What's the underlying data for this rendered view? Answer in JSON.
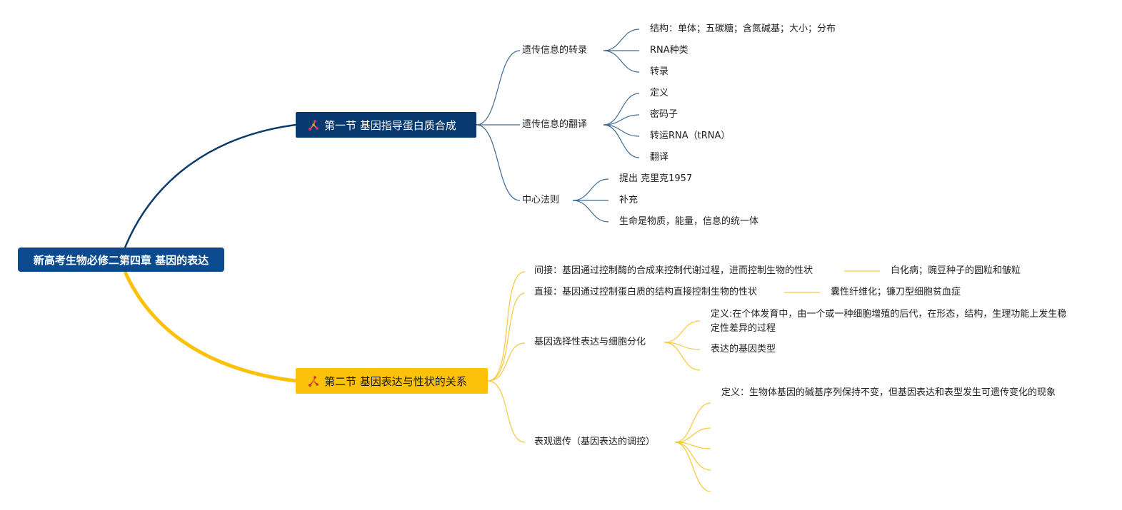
{
  "root": {
    "label": "新高考生物必修二第四章 基因的表达"
  },
  "colors": {
    "section1": "#083a70",
    "section2": "#fcc109",
    "root": "#0b4a8e",
    "section1_line": "#0b3a6a",
    "section2_line": "#fcc109",
    "section1_branch": "#3f6990",
    "section2_branch": "#f8c93a"
  },
  "section1": {
    "icon": "mindmap-icon",
    "label": "第一节 基因指导蛋白质合成",
    "topics": [
      {
        "label": "遗传信息的转录",
        "items": [
          "结构：单体；五碳糖；含氮碱基；大小；分布",
          "RNA种类",
          "转录"
        ]
      },
      {
        "label": "遗传信息的翻译",
        "items": [
          "定义",
          "密码子",
          "转运RNA（tRNA）",
          "翻译"
        ]
      },
      {
        "label": "中心法则",
        "items": [
          "提出 克里克1957",
          "补充",
          "生命是物质，能量，信息的统一体"
        ]
      }
    ]
  },
  "section2": {
    "icon": "mindmap-icon",
    "label": "第二节 基因表达与性状的关系",
    "topics": [
      {
        "label": "间接：基因通过控制酶的合成来控制代谢过程，进而控制生物的性状",
        "example": "白化病；豌豆种子的圆粒和皱粒"
      },
      {
        "label": "直接：基因通过控制蛋白质的结构直接控制生物的性状",
        "example": "囊性纤维化；镰刀型细胞贫血症"
      },
      {
        "label": "基因选择性表达与细胞分化",
        "items": [
          "定义:在个体发育中，由一个或一种细胞增殖的后代，在形态，结构，生理功能上发生稳定性差异的过程",
          "表达的基因类型",
          ""
        ]
      },
      {
        "label": "表观遗传（基因表达的调控）",
        "items": [
          "定义：生物体基因的碱基序列保持不变，但基因表达和表型发生可遗传变化的现象",
          "",
          "",
          "",
          ""
        ]
      }
    ]
  }
}
